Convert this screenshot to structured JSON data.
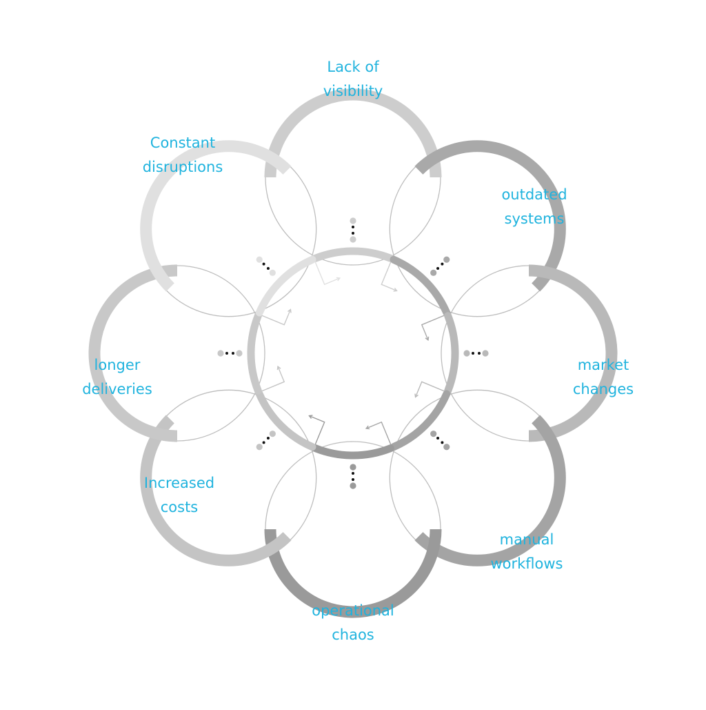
{
  "colors": {
    "label": "#1fb3de",
    "ring_thin": "#bdbdbd",
    "dots_dark": "#111111"
  },
  "nodes": [
    {
      "id": "lack-of-visibility",
      "lines": [
        "Lack of",
        "visibility"
      ],
      "shade": "#cdcdcd"
    },
    {
      "id": "outdated-systems",
      "lines": [
        "outdated",
        "systems"
      ],
      "shade": "#a9a9a9"
    },
    {
      "id": "market-changes",
      "lines": [
        "market",
        "changes"
      ],
      "shade": "#b9b9b9"
    },
    {
      "id": "manual-workflows",
      "lines": [
        "manual",
        "workflows"
      ],
      "shade": "#a4a4a4"
    },
    {
      "id": "operational-chaos",
      "lines": [
        "operational",
        "chaos"
      ],
      "shade": "#9a9a9a"
    },
    {
      "id": "increased-costs",
      "lines": [
        "Increased",
        "costs"
      ],
      "shade": "#c4c4c4"
    },
    {
      "id": "longer-deliveries",
      "lines": [
        "longer",
        "deliveries"
      ],
      "shade": "#c8c8c8"
    },
    {
      "id": "constant-disruptions",
      "lines": [
        "Constant",
        "disruptions"
      ],
      "shade": "#e0e0e0"
    }
  ]
}
